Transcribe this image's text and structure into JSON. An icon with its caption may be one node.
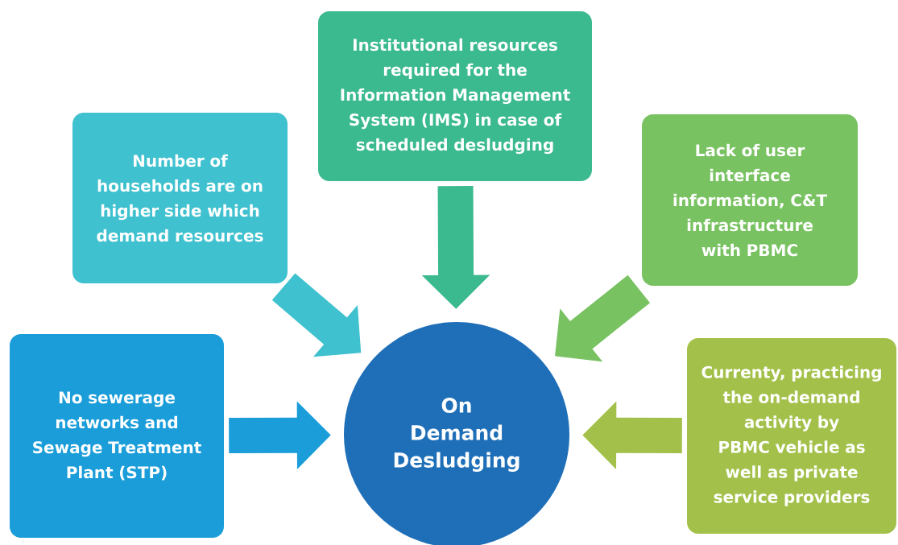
{
  "diagram": {
    "nodes": [
      {
        "text": [
          "On Demand Desludging"
        ]
      },
      {
        "text": [
          "No sewerage networks and Sewage Treatment Plant (STP)"
        ]
      },
      {
        "text": [
          "Number of households are on higher side which demand resources"
        ]
      },
      {
        "text": [
          "Institutional resources required for the Information Management System (IMS) in case of scheduled desludging"
        ]
      },
      {
        "text": [
          "Lack of user interface information, C&T infrastructure with PBMC"
        ]
      },
      {
        "text": [
          "Currenty, practicing the on-demand activity by PBMC vehicle as well as private service providers"
        ]
      }
    ],
    "edges": [
      {
        "from": 1,
        "to": 0,
        "arrow": "to",
        "color": "#1a9dd9"
      },
      {
        "from": 2,
        "to": 0,
        "arrow": "to",
        "color": "#3fc1cf"
      },
      {
        "from": 3,
        "to": 0,
        "arrow": "to",
        "color": "#3bba8f"
      },
      {
        "from": 4,
        "to": 0,
        "arrow": "to",
        "color": "#79c262"
      },
      {
        "from": 5,
        "to": 0,
        "arrow": "to",
        "color": "#a3c14a"
      }
    ]
  }
}
